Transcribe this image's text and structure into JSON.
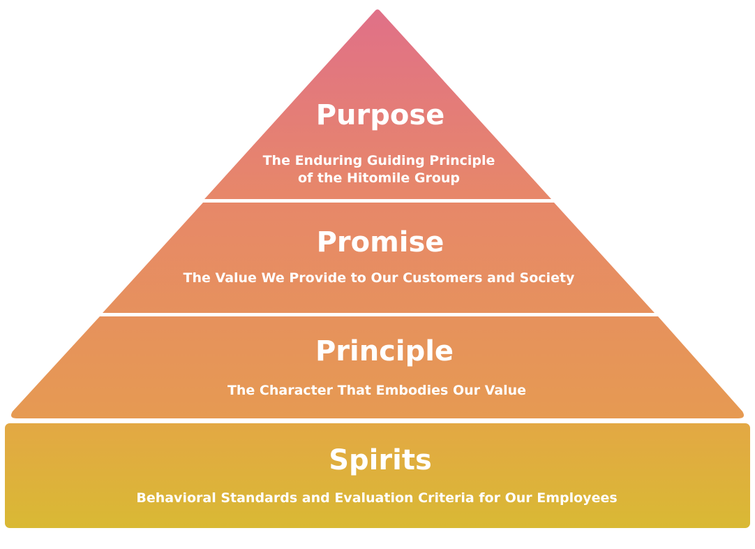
{
  "colors": {
    "top": "#e07088",
    "upper": "#e7876a",
    "middle": "#e69a52",
    "bottom": "#d9b934",
    "text": "#ffffff",
    "divider": "#ffffff"
  },
  "tiers": {
    "purpose": {
      "title": "Purpose",
      "subtitle_line1": "The Enduring Guiding Principle",
      "subtitle_line2": "of the Hitomile Group"
    },
    "promise": {
      "title": "Promise",
      "subtitle": "The Value We Provide to Our Customers and Society"
    },
    "principle": {
      "title": "Principle",
      "subtitle": "The Character That Embodies Our Value"
    },
    "spirits": {
      "title": "Spirits",
      "subtitle": "Behavioral Standards and Evaluation Criteria for Our Employees"
    }
  }
}
